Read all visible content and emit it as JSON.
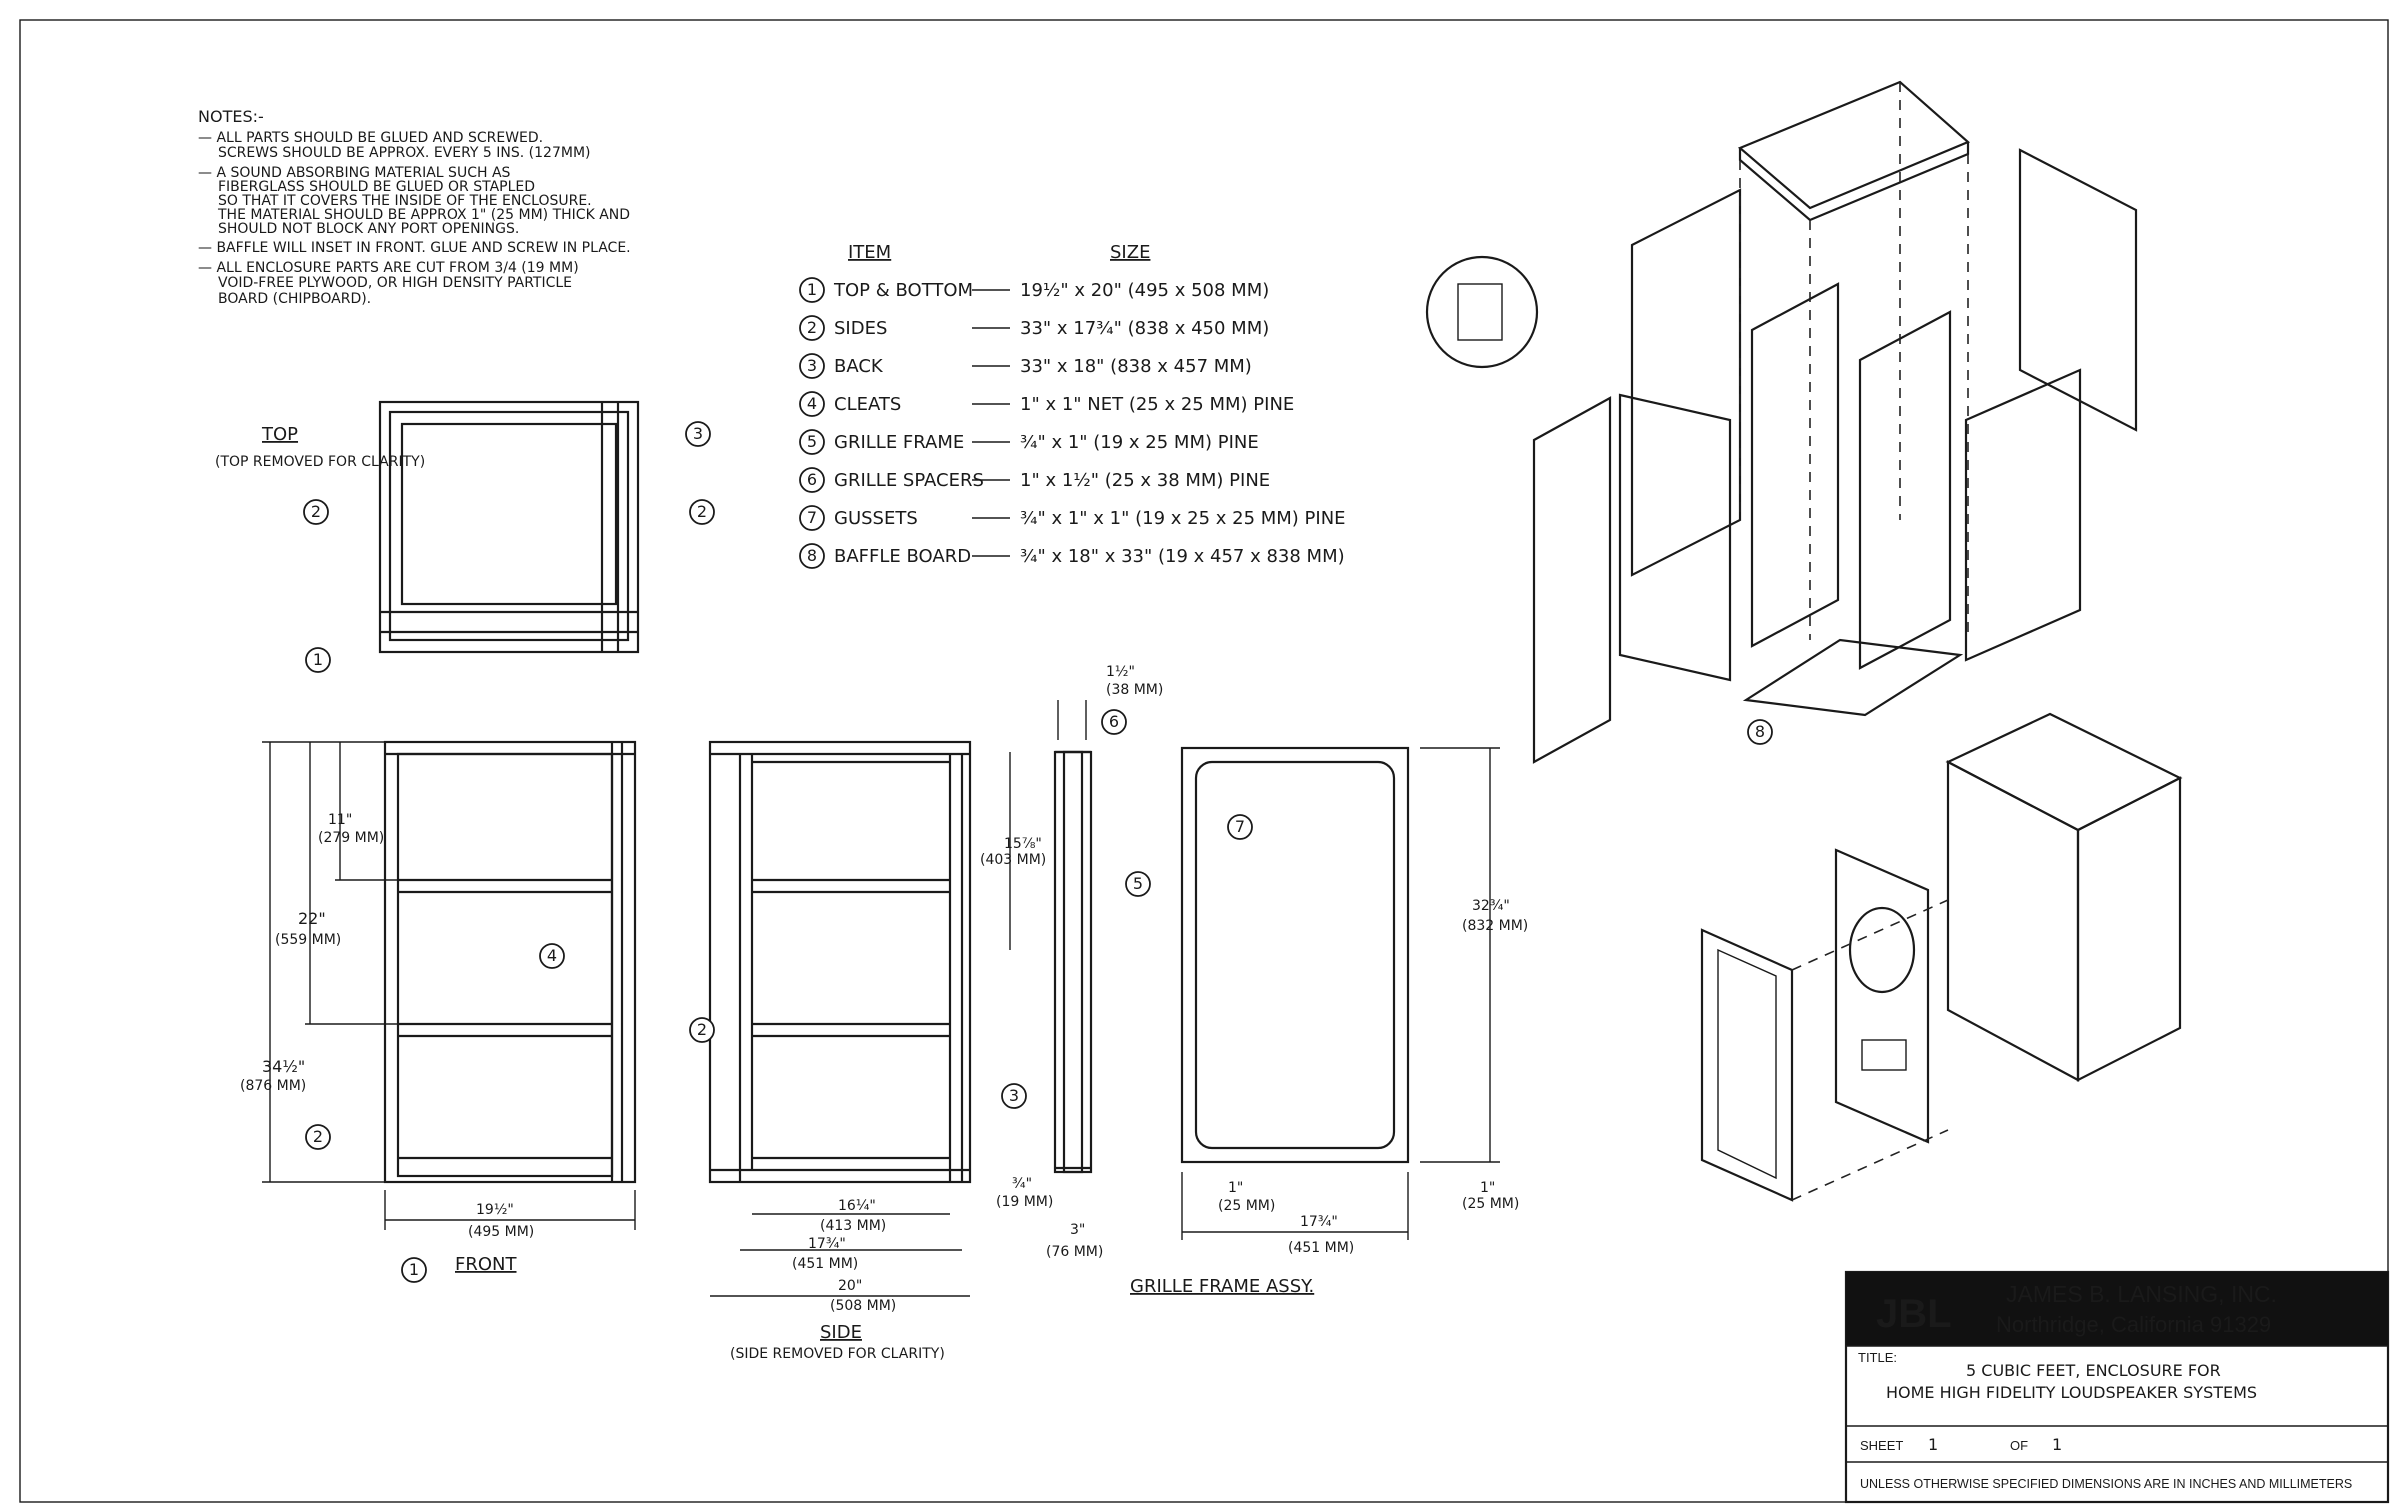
{
  "notes": {
    "heading": "NOTES:-",
    "lines": [
      "— ALL PARTS SHOULD BE GLUED AND SCREWED.",
      "SCREWS SHOULD BE APPROX. EVERY 5 INS. (127MM)",
      "— A SOUND ABSORBING MATERIAL SUCH AS",
      "FIBERGLASS SHOULD BE GLUED OR STAPLED",
      "SO THAT IT COVERS THE INSIDE OF THE ENCLOSURE.",
      "THE MATERIAL SHOULD BE APPROX 1\" (25 MM) THICK AND",
      "SHOULD NOT BLOCK ANY PORT OPENINGS.",
      "— BAFFLE WILL INSET IN FRONT. GLUE AND SCREW IN PLACE.",
      "— ALL ENCLOSURE PARTS ARE CUT FROM 3/4 (19 MM)",
      "VOID-FREE PLYWOOD, OR HIGH DENSITY PARTICLE",
      "BOARD (CHIPBOARD)."
    ]
  },
  "parts": {
    "item_header": "ITEM",
    "size_header": "SIZE",
    "items": [
      {
        "num": "1",
        "name": "TOP & BOTTOM",
        "size": "19½\" x 20\" (495 x 508 MM)"
      },
      {
        "num": "2",
        "name": "SIDES",
        "size": "33\" x 17¾\" (838 x 450 MM)"
      },
      {
        "num": "3",
        "name": "BACK",
        "size": "33\" x 18\" (838 x 457 MM)"
      },
      {
        "num": "4",
        "name": "CLEATS",
        "size": "1\" x 1\" NET (25 x 25 MM) PINE"
      },
      {
        "num": "5",
        "name": "GRILLE FRAME",
        "size": "¾\" x 1\" (19 x 25 MM) PINE"
      },
      {
        "num": "6",
        "name": "GRILLE SPACERS",
        "size": "1\" x 1½\" (25 x 38 MM) PINE"
      },
      {
        "num": "7",
        "name": "GUSSETS",
        "size": "¾\" x 1\" x 1\" (19 x 25 x 25 MM) PINE"
      },
      {
        "num": "8",
        "name": "BAFFLE BOARD",
        "size": "¾\" x 18\" x 33\" (19 x 457 x 838 MM)"
      }
    ]
  },
  "views": {
    "top": {
      "title": "TOP",
      "subtitle": "(TOP REMOVED FOR CLARITY)"
    },
    "front": {
      "title": "FRONT",
      "dims": {
        "d11": "11\"",
        "d11mm": "(279 MM)",
        "d22": "22\"",
        "d22mm": "(559 MM)",
        "d345": "34½\"",
        "d345mm": "(876 MM)",
        "w195": "19½\"",
        "w195mm": "(495 MM)"
      }
    },
    "side": {
      "title": "SIDE",
      "subtitle": "(SIDE REMOVED FOR CLARITY)",
      "dims": {
        "w1625": "16¼\"",
        "w1625mm": "(413 MM)",
        "w1775": "17¾\"",
        "w1775mm": "(451 MM)",
        "w20": "20\"",
        "w20mm": "(508 MM)"
      }
    },
    "grille": {
      "title": "GRILLE FRAME ASSY.",
      "dims": {
        "d15": "1½\"",
        "d15mm": "(38 MM)",
        "d1588": "15⅞\"",
        "d1588mm": "(403 MM)",
        "d075": "¾\"",
        "d075mm": "(19 MM)",
        "d3": "3\"",
        "d3mm": "(76 MM)",
        "d1a": "1\"",
        "d1amm": "(25 MM)",
        "w1775": "17¾\"",
        "w1775mm": "(451 MM)",
        "h3275": "32¾\"",
        "h3275mm": "(832 MM)",
        "d1b": "1\"",
        "d1bmm": "(25 MM)"
      }
    }
  },
  "title_block": {
    "logo": "JBL",
    "company": "JAMES B. LANSING, INC.",
    "address": "Northridge, California 91329",
    "title_label": "TITLE:",
    "title_line1": "5 CUBIC FEET, ENCLOSURE FOR",
    "title_line2": "HOME HIGH FIDELITY LOUDSPEAKER SYSTEMS",
    "sheet_label": "SHEET",
    "sheet_value": "1",
    "of_label": "OF",
    "of_value": "1",
    "footer": "UNLESS OTHERWISE SPECIFIED DIMENSIONS ARE IN INCHES AND MILLIMETERS"
  }
}
